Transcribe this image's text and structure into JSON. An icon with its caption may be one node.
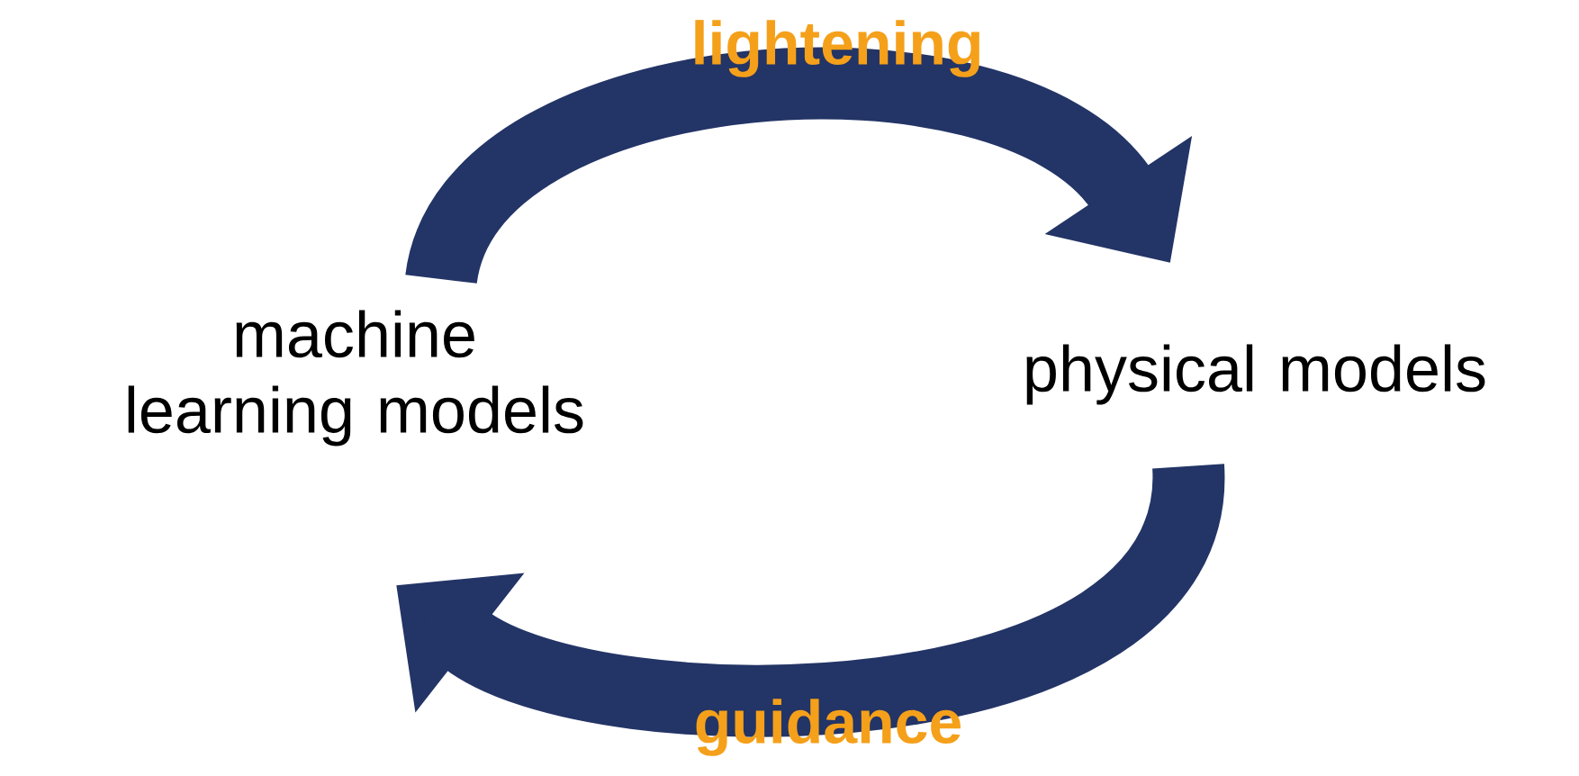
{
  "diagram": {
    "nodes": [
      {
        "text": [
          "machine learning models"
        ]
      },
      {
        "text": [
          "physical models"
        ]
      }
    ],
    "edges": [
      {
        "from": 0,
        "to": 1,
        "arrow": "to",
        "label": "lightening"
      },
      {
        "from": 1,
        "to": 0,
        "arrow": "to",
        "label": "guidance"
      }
    ]
  }
}
